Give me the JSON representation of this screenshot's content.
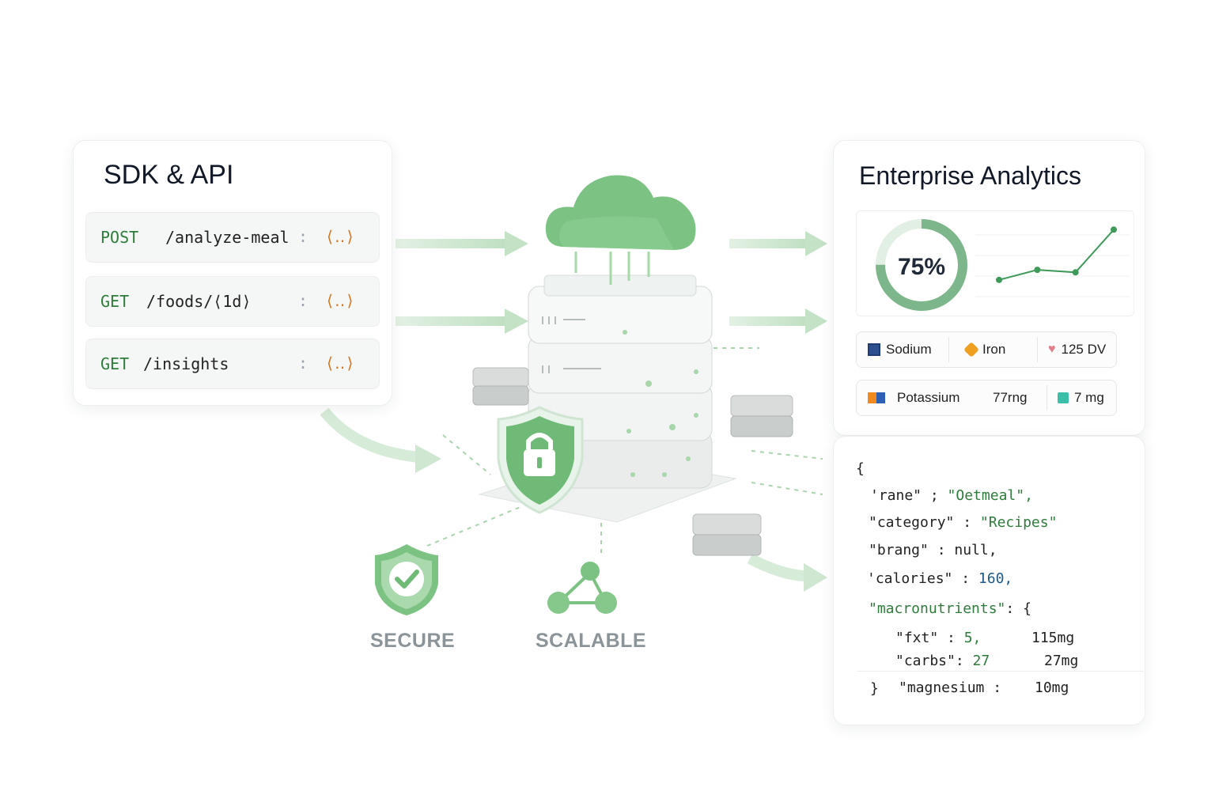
{
  "sdk": {
    "title": "SDK & API",
    "endpoints": [
      {
        "method": "POST",
        "path": "/analyze-meal",
        "separator": ":",
        "code": "⟨‥⟩"
      },
      {
        "method": "GET",
        "path": "/foods/⟨1d⟩",
        "separator": ":",
        "code": "⟨‥⟩"
      },
      {
        "method": "GET",
        "path": "/insights",
        "separator": ":",
        "code": "⟨‥⟩"
      }
    ]
  },
  "analytics": {
    "title": "Enterprise Analytics",
    "donut_value": "75%",
    "donut_fraction": 0.75,
    "trend_points": [
      2,
      3.2,
      2.9,
      8
    ],
    "nutrients_row1": [
      {
        "icon": "square-icon",
        "color": "#1f3d73",
        "label": "Sodium"
      },
      {
        "icon": "hexagon-icon",
        "color": "#f0a020",
        "label": "Iron"
      },
      {
        "icon": "heart-shield-icon",
        "color": "#e27d8a",
        "label": "125 DV"
      }
    ],
    "nutrients_row2": [
      {
        "icon": "book-icon",
        "color": "#f08a1e",
        "label": "Potassium"
      },
      {
        "label": "77rng"
      },
      {
        "icon": "square-icon",
        "color": "#3cbfa8",
        "label": "7 mg"
      }
    ]
  },
  "json_sample": {
    "open_brace": "{",
    "lines": [
      {
        "key": "'rane\"",
        "sep": " ; ",
        "val": "\"Oetmeal\","
      },
      {
        "key": "\"category\"",
        "sep": " : ",
        "val": "\"Recipes\""
      },
      {
        "key": "\"brang\"",
        "sep": " : ",
        "val": "null,"
      },
      {
        "key": "'calories\"",
        "sep": " : ",
        "val": "160,"
      },
      {
        "key": "\"macronutrients\"",
        "sep": ": ",
        "val": "{"
      }
    ],
    "nested": [
      {
        "key": "\"fxt\"",
        "sep": " : ",
        "val": "5,",
        "extra": "115mg"
      },
      {
        "key": "\"carbs\"",
        "sep": ": ",
        "val": "27",
        "extra": "27mg"
      }
    ],
    "close": "}",
    "last_key": "\"magnesium :",
    "last_val": "10mg"
  },
  "features": {
    "secure": "SECURE",
    "scalable": "SCALABLE"
  },
  "colors": {
    "accent_green": "#6fbf73",
    "dark_green": "#2e7d3b",
    "orange_code": "#d9751e"
  }
}
